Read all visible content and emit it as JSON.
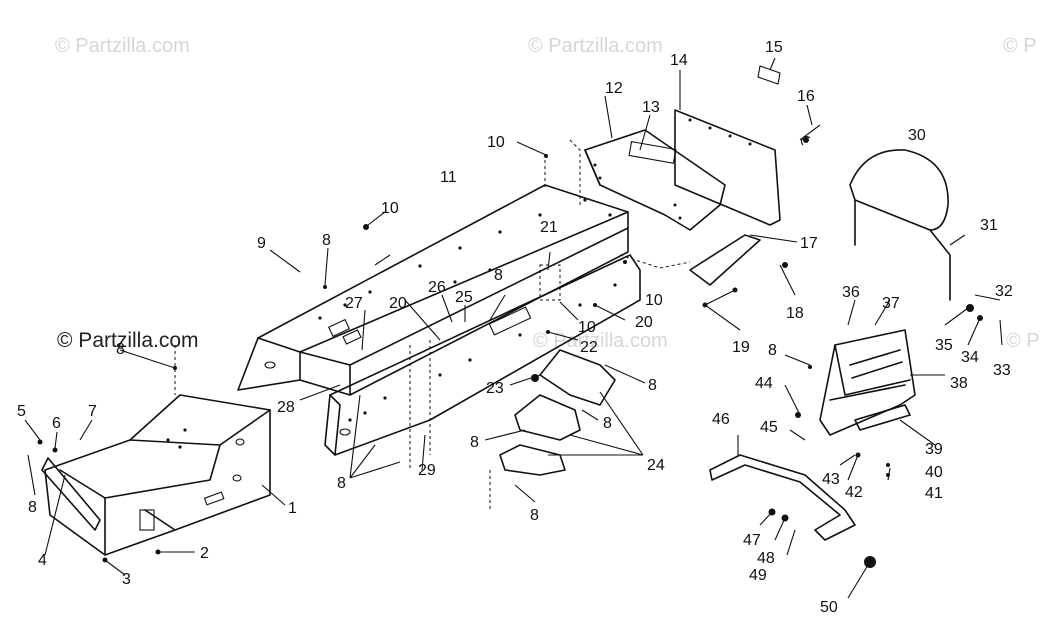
{
  "watermarks": {
    "top_left": "© Partzilla.com",
    "top_center": "© Partzilla.com",
    "top_right": "© P",
    "mid_left": "© Partzilla.com",
    "mid_center": "© Partzilla.com",
    "mid_right": "© P"
  },
  "callouts": {
    "c1": "1",
    "c2": "2",
    "c3": "3",
    "c4": "4",
    "c5": "5",
    "c6": "6",
    "c7": "7",
    "c8a": "8",
    "c8b": "8",
    "c8c": "8",
    "c8d": "8",
    "c8e": "8",
    "c8f": "8",
    "c8g": "8",
    "c8h": "8",
    "c8i": "8",
    "c8j": "8",
    "c9": "9",
    "c10a": "10",
    "c10b": "10",
    "c10c": "10",
    "c10d": "10",
    "c11": "11",
    "c12": "12",
    "c13": "13",
    "c14": "14",
    "c15": "15",
    "c16": "16",
    "c17": "17",
    "c18": "18",
    "c19": "19",
    "c20a": "20",
    "c20b": "20",
    "c21": "21",
    "c22": "22",
    "c23": "23",
    "c24": "24",
    "c25": "25",
    "c26": "26",
    "c27": "27",
    "c28": "28",
    "c29": "29",
    "c30": "30",
    "c31": "31",
    "c32": "32",
    "c33": "33",
    "c34": "34",
    "c35": "35",
    "c36": "36",
    "c37": "37",
    "c38": "38",
    "c39": "39",
    "c40": "40",
    "c41": "41",
    "c42": "42",
    "c43": "43",
    "c44": "44",
    "c45": "45",
    "c46": "46",
    "c47": "47",
    "c48": "48",
    "c49": "49",
    "c50": "50"
  }
}
